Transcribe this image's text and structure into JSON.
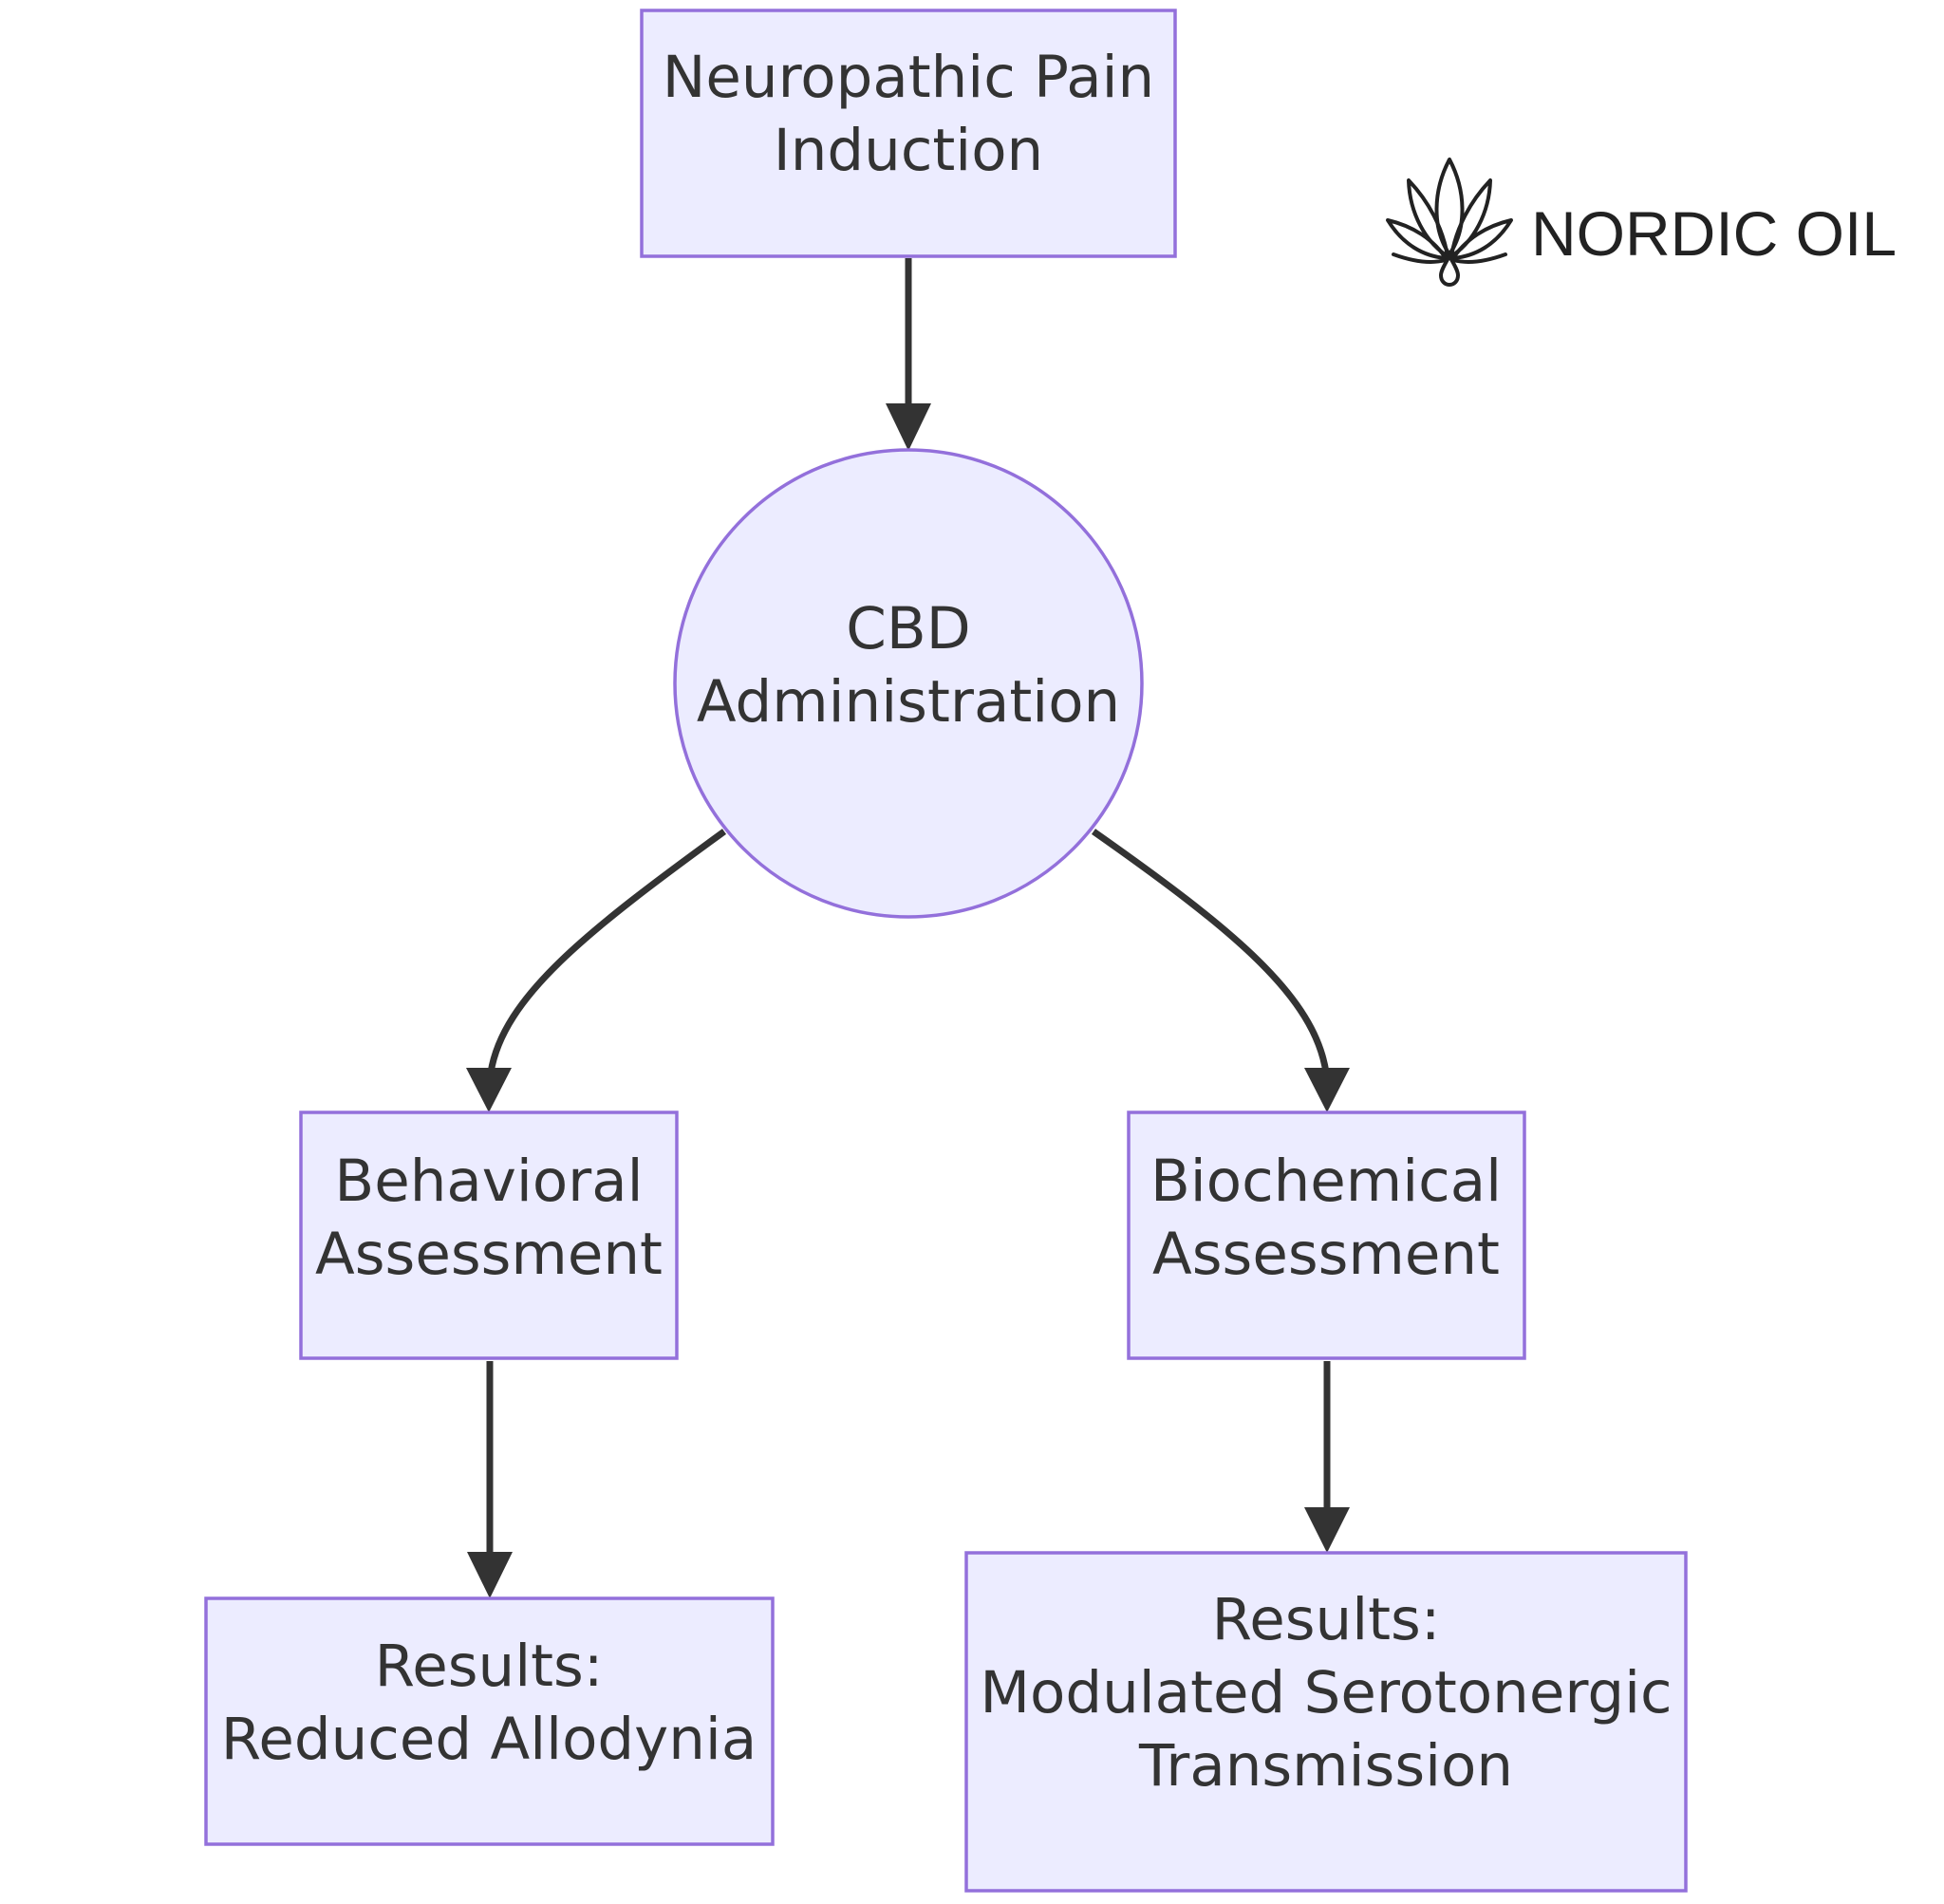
{
  "diagram": {
    "type": "flowchart",
    "colors": {
      "node_fill": "#ececff",
      "node_stroke": "#9370db",
      "edge": "#333333",
      "text": "#333333"
    },
    "nodes": [
      {
        "id": "induction",
        "shape": "rectangle",
        "lines": [
          "Neuropathic Pain",
          "Induction"
        ]
      },
      {
        "id": "cbd",
        "shape": "circle",
        "lines": [
          "CBD",
          "Administration"
        ]
      },
      {
        "id": "behavioral",
        "shape": "rectangle",
        "lines": [
          "Behavioral",
          "Assessment"
        ]
      },
      {
        "id": "biochemical",
        "shape": "rectangle",
        "lines": [
          "Biochemical",
          "Assessment"
        ]
      },
      {
        "id": "result-allodynia",
        "shape": "rectangle",
        "lines": [
          "Results:",
          "Reduced Allodynia"
        ]
      },
      {
        "id": "result-serotonergic",
        "shape": "rectangle",
        "lines": [
          "Results:",
          "Modulated Serotonergic",
          "Transmission"
        ]
      }
    ],
    "edges": [
      {
        "from": "induction",
        "to": "cbd"
      },
      {
        "from": "cbd",
        "to": "behavioral"
      },
      {
        "from": "cbd",
        "to": "biochemical"
      },
      {
        "from": "behavioral",
        "to": "result-allodynia"
      },
      {
        "from": "biochemical",
        "to": "result-serotonergic"
      }
    ]
  },
  "logo": {
    "text": "NORDIC OIL",
    "icon": "cannabis-leaf-drop-icon"
  }
}
